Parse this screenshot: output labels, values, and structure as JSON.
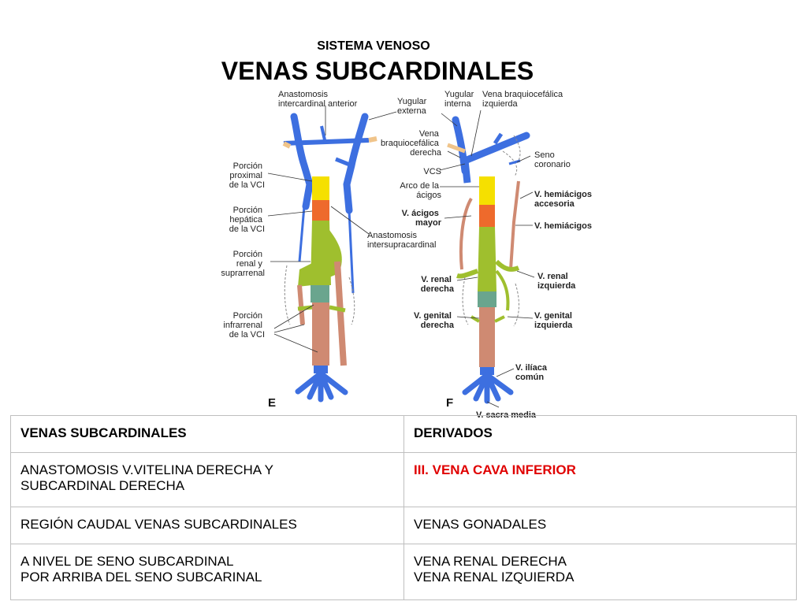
{
  "header": {
    "subtitle": "SISTEMA VENOSO",
    "title": "VENAS SUBCARDINALES"
  },
  "figure": {
    "panel_left_letter": "E",
    "panel_right_letter": "F",
    "left_labels": {
      "anastomosis_anterior": [
        "Anastomosis",
        "intercardinal anterior"
      ],
      "porcion_proximal": [
        "Porción",
        "proximal",
        "de la VCI"
      ],
      "porcion_hepatica": [
        "Porción",
        "hepática",
        "de la VCI"
      ],
      "porcion_renal": [
        "Porción",
        "renal y",
        "suprarrenal"
      ],
      "porcion_infrarrenal": [
        "Porción",
        "infrarrenal",
        "de la VCI"
      ],
      "anastomosis_intersupracardinal": [
        "Anastomosis",
        "intersupracardinal"
      ],
      "yugular_externa": [
        "Yugular",
        "externa"
      ]
    },
    "right_labels": {
      "yugular_interna": [
        "Yugular",
        "interna"
      ],
      "vena_braquiocefalica_izquierda": [
        "Vena braquiocefálica",
        "izquierda"
      ],
      "vena_braquiocefalica_derecha": [
        "Vena",
        "braquiocefálica",
        "derecha"
      ],
      "vcs": "VCS",
      "arco_acigos": [
        "Arco de la",
        "ácigos"
      ],
      "acigos_mayor": [
        "V. ácigos",
        "mayor"
      ],
      "seno_coronario": [
        "Seno",
        "coronario"
      ],
      "hemiacigos_accesoria": [
        "V. hemiácigos",
        "accesoria"
      ],
      "hemiacigos": "V. hemiácigos",
      "renal_derecha": [
        "V. renal",
        "derecha"
      ],
      "renal_izquierda": [
        "V. renal",
        "izquierda"
      ],
      "genital_derecha": [
        "V. genital",
        "derecha"
      ],
      "genital_izquierda": [
        "V. genital",
        "izquierda"
      ],
      "iliaca_comun": [
        "V. ilíaca",
        "común"
      ],
      "sacra_media": "V. sacra media"
    },
    "colors": {
      "vein_blue": "#3d6fe0",
      "proximal_yellow": "#f5e000",
      "hepatic_orange": "#ee6a2c",
      "renal_green": "#9fbf2e",
      "infrarenal_tan": "#cf8a72",
      "junction_teal": "#6aa58e"
    }
  },
  "table": {
    "header": {
      "col1": "VENAS SUBCARDINALES",
      "col2": "DERIVADOS"
    },
    "rows": [
      {
        "col1": [
          "ANASTOMOSIS V.VITELINA DERECHA Y",
          "SUBCARDINAL DERECHA"
        ],
        "col2": [
          "III. VENA CAVA INFERIOR"
        ],
        "col2_color": "#e00000"
      },
      {
        "col1": [
          "REGIÓN CAUDAL VENAS SUBCARDINALES"
        ],
        "col2": [
          "VENAS GONADALES"
        ]
      },
      {
        "col1": [
          "A NIVEL DE SENO SUBCARDINAL",
          "POR ARRIBA DEL SENO SUBCARINAL"
        ],
        "col2": [
          "VENA RENAL DERECHA",
          "VENA RENAL IZQUIERDA"
        ]
      }
    ]
  }
}
